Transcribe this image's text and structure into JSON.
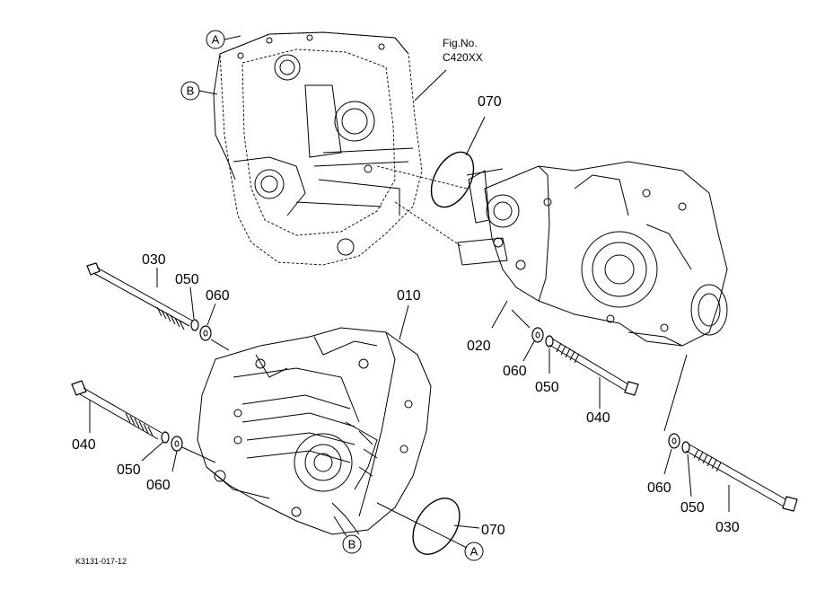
{
  "figure": {
    "fig_no_label": "Fig.No.",
    "fig_no_value": "C420XX",
    "drawing_code": "K3131-017-12"
  },
  "callouts": {
    "p070_top": "070",
    "p070_bottom": "070",
    "p010": "010",
    "p020": "020",
    "p030_left": "030",
    "p030_right": "030",
    "p040_left": "040",
    "p040_right": "040",
    "p050_upper_left": "050",
    "p050_lower_left": "050",
    "p050_middle": "050",
    "p050_right": "050",
    "p060_upper_left": "060",
    "p060_lower_left": "060",
    "p060_middle": "060",
    "p060_right": "060"
  },
  "reference_marks": {
    "a_top": "A",
    "b_top": "B",
    "a_bottom": "A",
    "b_bottom": "B"
  }
}
